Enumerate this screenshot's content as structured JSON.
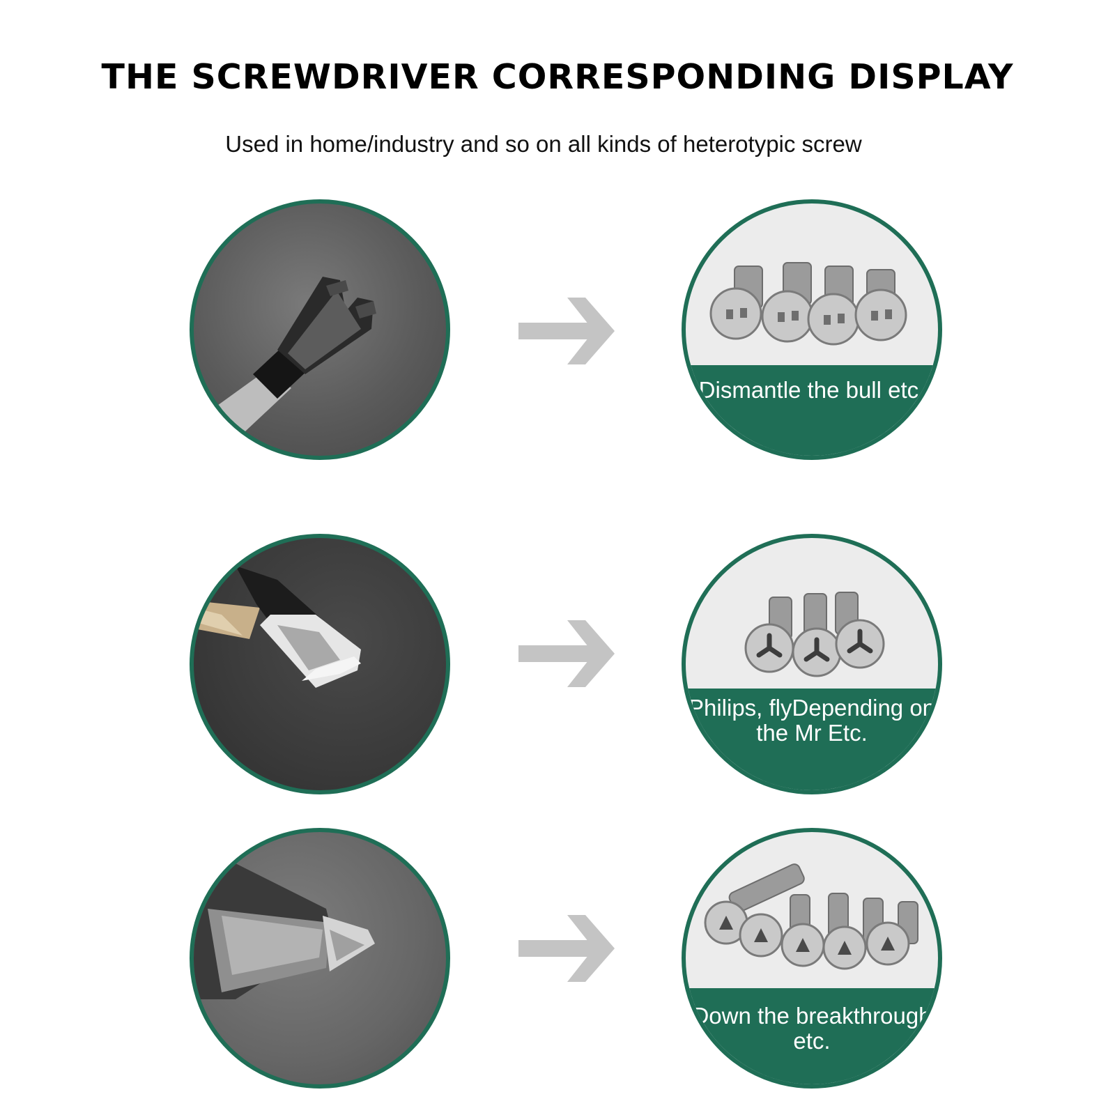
{
  "header": {
    "title": "THE SCREWDRIVER CORRESPONDING DISPLAY",
    "subtitle": "Used in home/industry and so on all kinds of heterotypic screw"
  },
  "rows": [
    {
      "tool_icon": "spanner-bit-icon",
      "screw_icon": "spanner-screws-icon",
      "label": "Dismantle the bull etc."
    },
    {
      "tool_icon": "tri-wing-bit-icon",
      "screw_icon": "tri-wing-screws-icon",
      "label": "Philips, flyDepending on the Mr Etc."
    },
    {
      "tool_icon": "triangle-bit-icon",
      "screw_icon": "triangle-screws-icon",
      "label": "Down the breakthrough etc."
    }
  ],
  "colors": {
    "accent": "#1f6e56",
    "arrow": "#c4c4c4"
  }
}
